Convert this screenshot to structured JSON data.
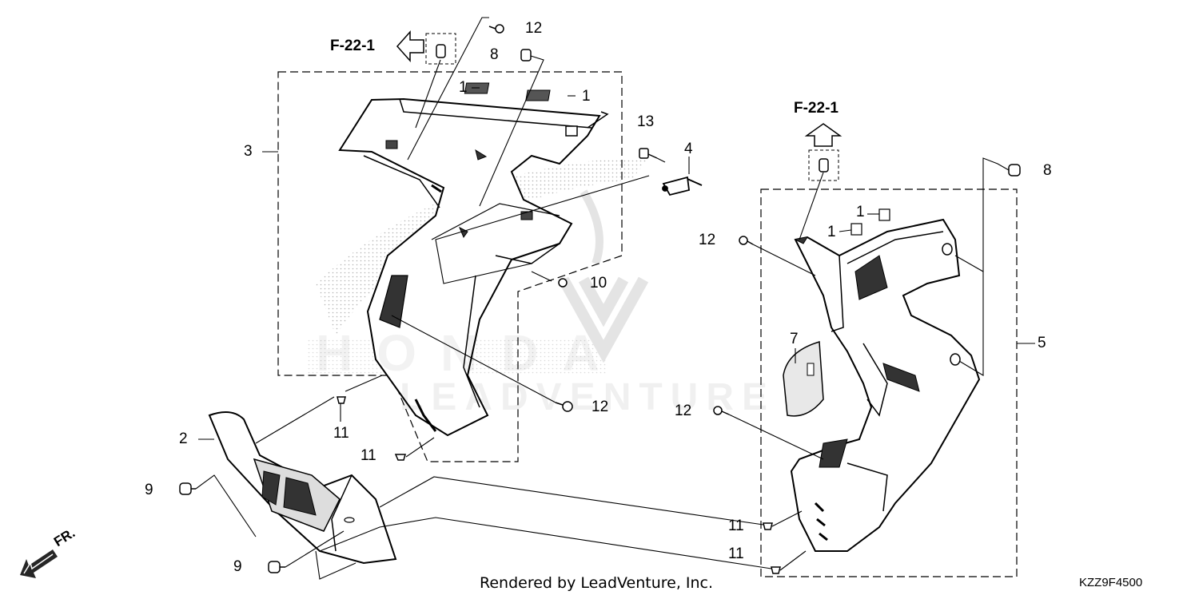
{
  "references": {
    "left": "F-22-1",
    "right": "F-22-1"
  },
  "callouts": [
    {
      "id": "c12a",
      "text": "12"
    },
    {
      "id": "c8a",
      "text": "8"
    },
    {
      "id": "c1a",
      "text": "1"
    },
    {
      "id": "c1b",
      "text": "1"
    },
    {
      "id": "c3",
      "text": "3"
    },
    {
      "id": "c13",
      "text": "13"
    },
    {
      "id": "c4",
      "text": "4"
    },
    {
      "id": "c10",
      "text": "10"
    },
    {
      "id": "c12b",
      "text": "12"
    },
    {
      "id": "c11a",
      "text": "11"
    },
    {
      "id": "c11b",
      "text": "11"
    },
    {
      "id": "c2",
      "text": "2"
    },
    {
      "id": "c9a",
      "text": "9"
    },
    {
      "id": "c9b",
      "text": "9"
    },
    {
      "id": "c8b",
      "text": "8"
    },
    {
      "id": "c1c",
      "text": "1"
    },
    {
      "id": "c1d",
      "text": "1"
    },
    {
      "id": "c12c",
      "text": "12"
    },
    {
      "id": "c7",
      "text": "7"
    },
    {
      "id": "c5",
      "text": "5"
    },
    {
      "id": "c12d",
      "text": "12"
    },
    {
      "id": "c11c",
      "text": "11"
    },
    {
      "id": "c11d",
      "text": "11"
    }
  ],
  "front_indicator": "FR.",
  "footer": {
    "credit": "Rendered by LeadVenture, Inc.",
    "diagram_code": "KZZ9F4500"
  },
  "watermark": {
    "brand": "HONDA",
    "company": "LEADVENTURE"
  }
}
